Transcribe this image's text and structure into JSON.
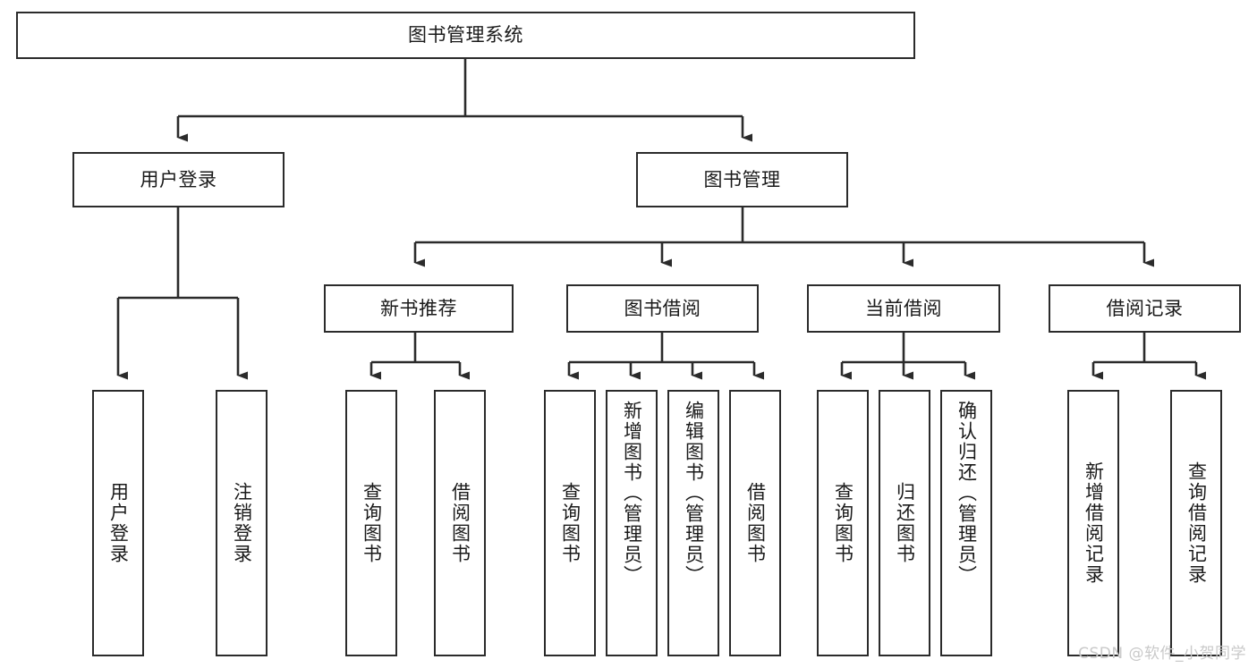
{
  "diagram": {
    "title": "图书管理系统",
    "watermark": "CSDN @软件_小贺同学",
    "line_color": "#2b2b2b",
    "box_border_color": "#2b2b2b",
    "box_fill_color": "#ffffff",
    "text_color": "#1a1a1a",
    "nodes": {
      "root": {
        "label": "图书管理系统"
      },
      "level2": [
        {
          "label": "用户登录"
        },
        {
          "label": "图书管理"
        }
      ],
      "level3": [
        {
          "label": "新书推荐"
        },
        {
          "label": "图书借阅"
        },
        {
          "label": "当前借阅"
        },
        {
          "label": "借阅记录"
        }
      ],
      "leaves": {
        "user_login": [
          {
            "label": "用户登录"
          },
          {
            "label": "注销登录"
          }
        ],
        "new_book": [
          {
            "label": "查询图书"
          },
          {
            "label": "借阅图书"
          }
        ],
        "book_borrow": [
          {
            "label": "查询图书"
          },
          {
            "label": "新增图书（管理员）"
          },
          {
            "label": "编辑图书（管理员）"
          },
          {
            "label": "借阅图书"
          }
        ],
        "current_borrow": [
          {
            "label": "查询图书"
          },
          {
            "label": "归还图书"
          },
          {
            "label": "确认归还（管理员）"
          }
        ],
        "borrow_record": [
          {
            "label": "新增借阅记录"
          },
          {
            "label": "查询借阅记录"
          }
        ]
      }
    }
  }
}
